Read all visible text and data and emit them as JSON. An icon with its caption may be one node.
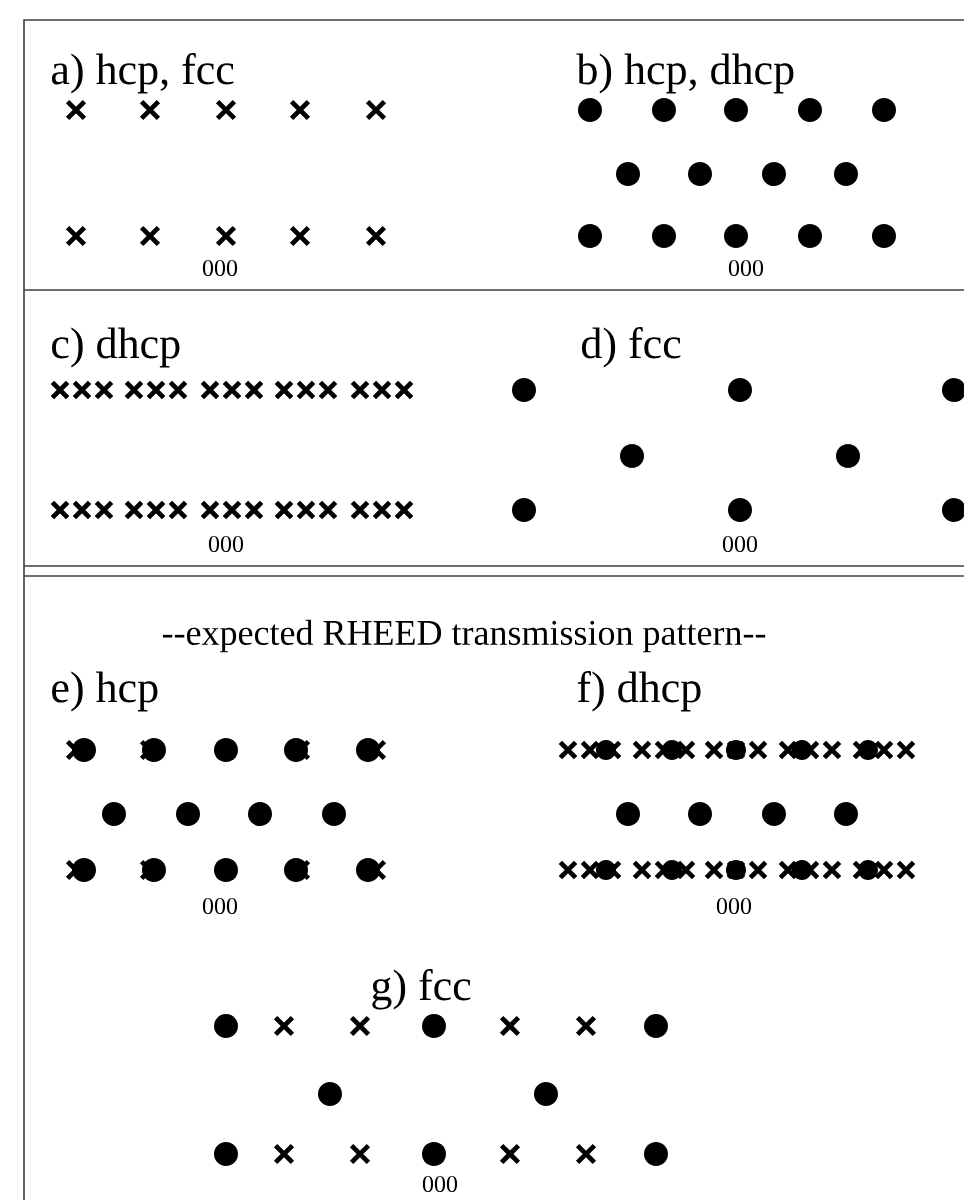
{
  "diagram": {
    "labels": [
      "a) hcp, fcc",
      "b) hcp, dhcp",
      "000",
      "000",
      "c) dhcp",
      "d) fcc",
      "000",
      "000",
      "--expected RHEED transmission pattern--",
      "e) hcp",
      "f) dhcp",
      "000",
      "000",
      "g) fcc",
      "000"
    ]
  }
}
